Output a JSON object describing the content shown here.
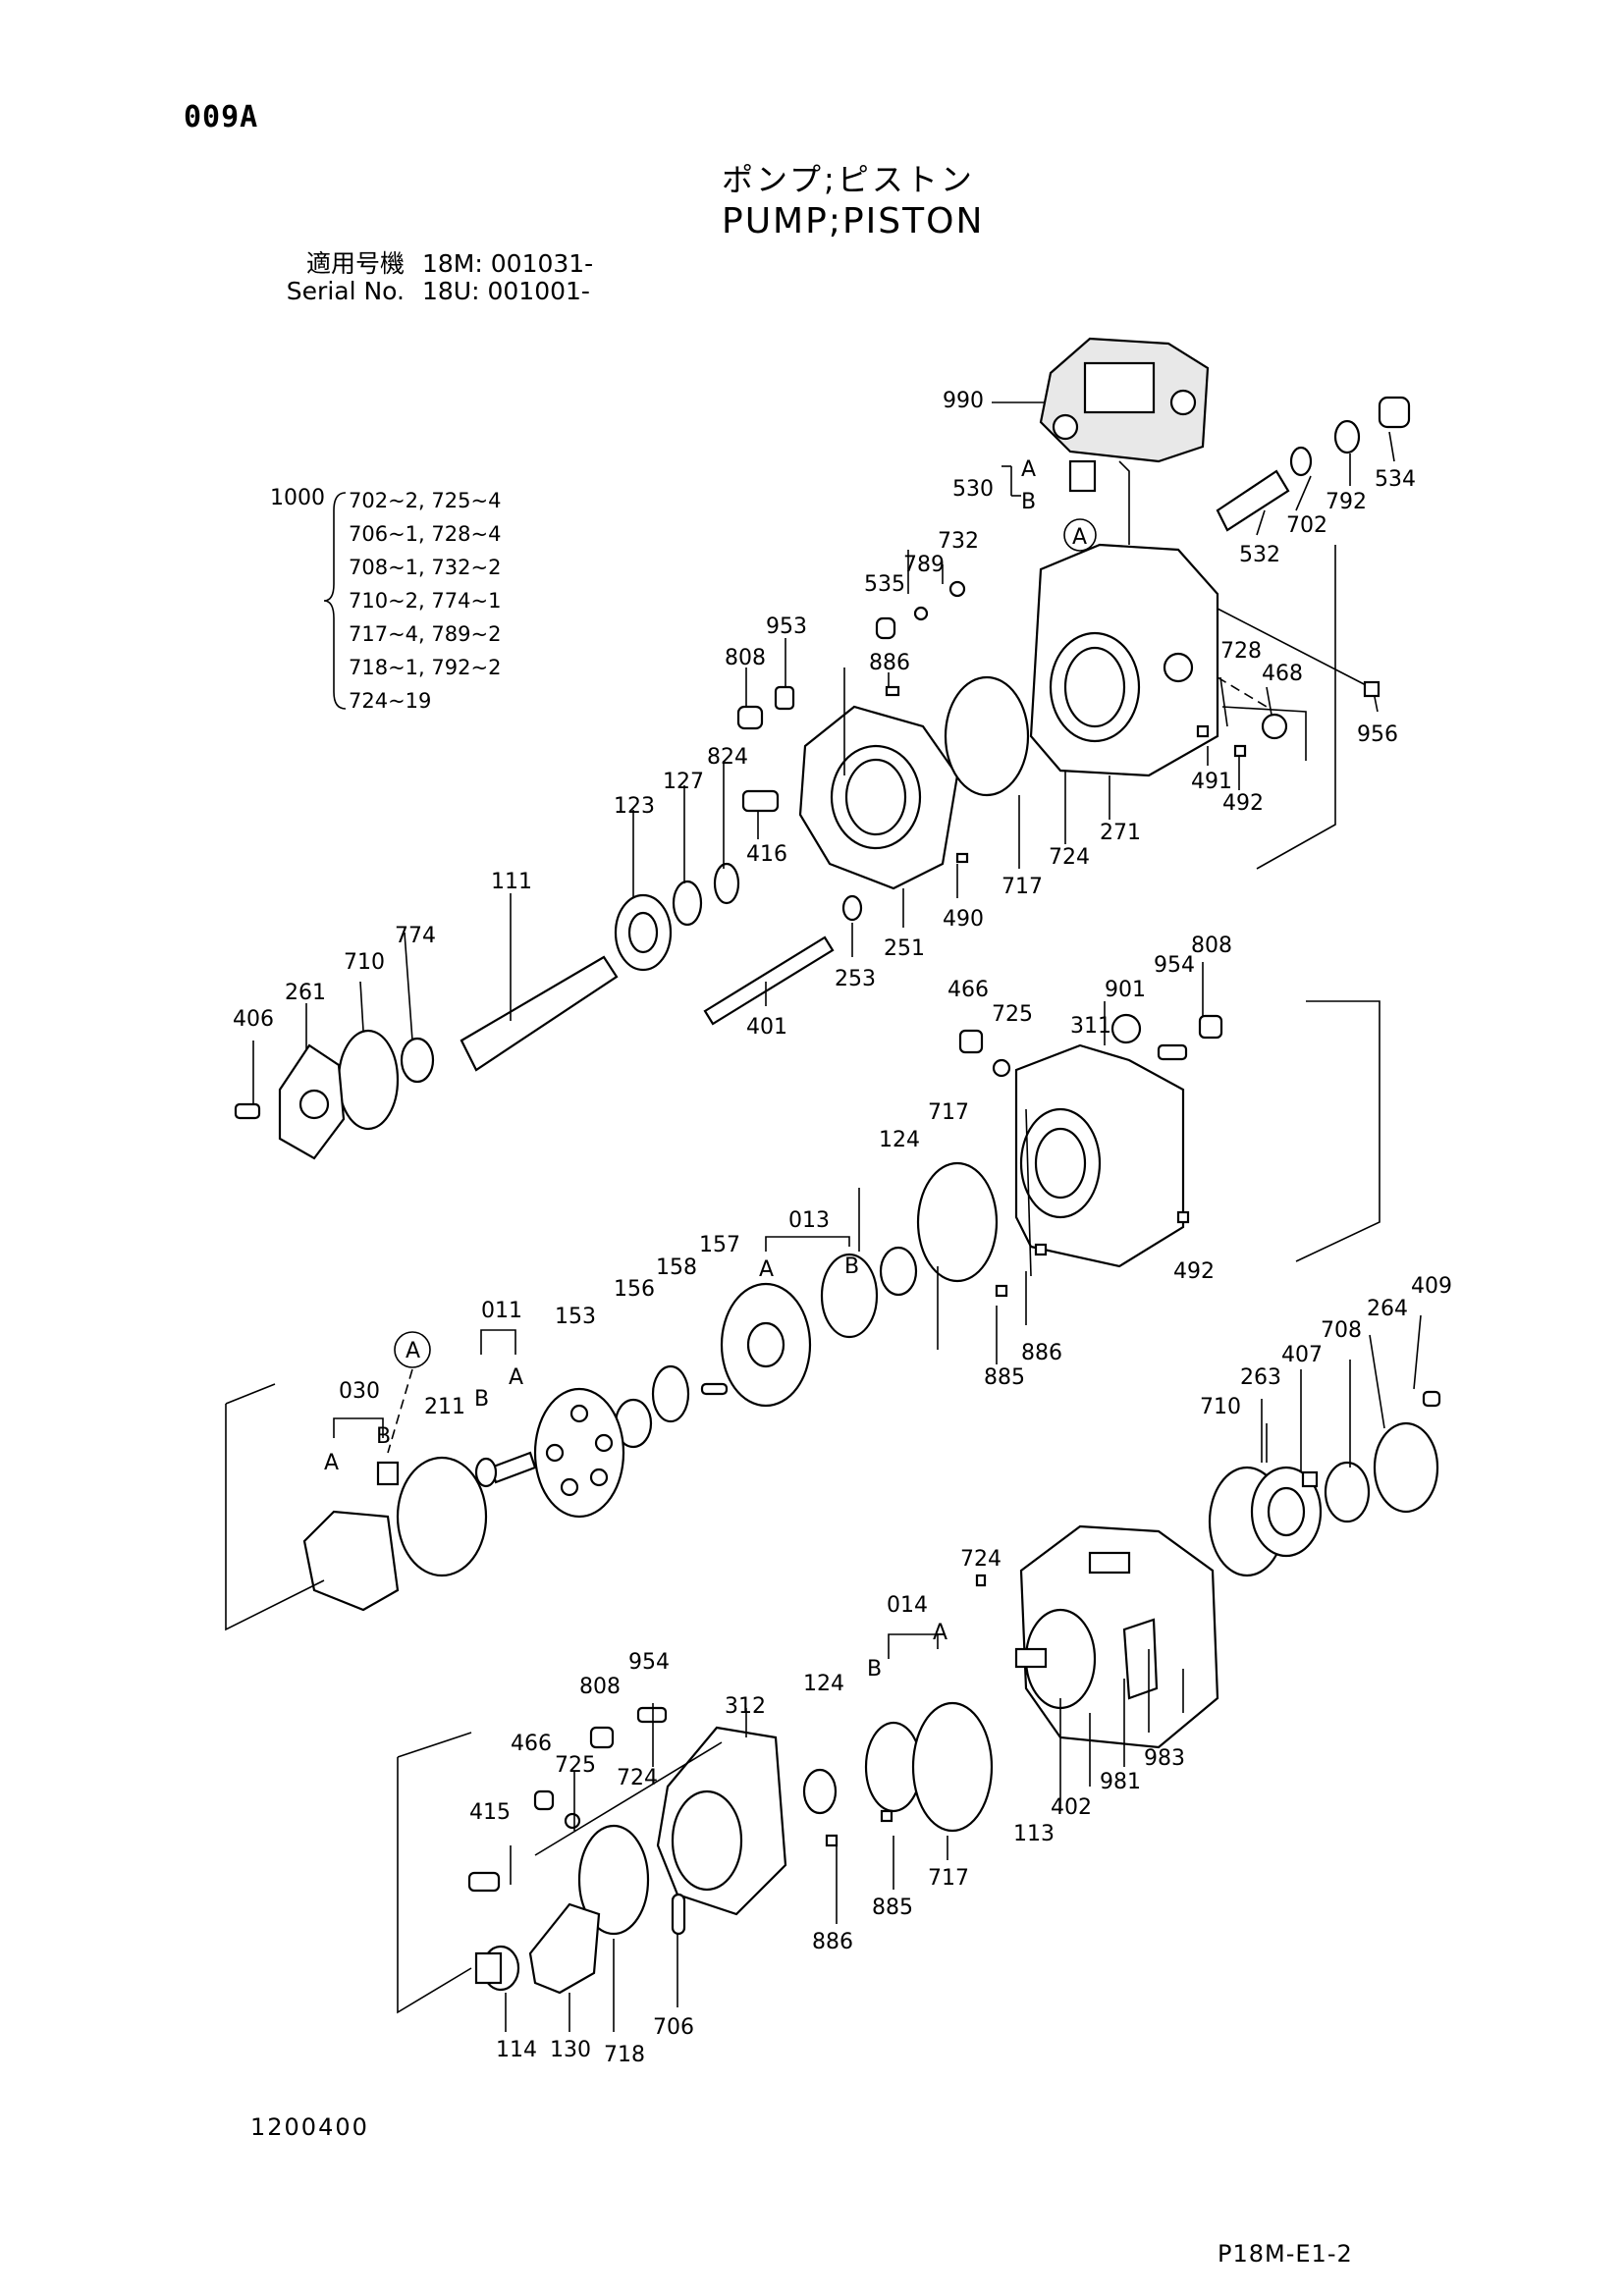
{
  "header": {
    "code": "009A",
    "title_jp": "ポンプ;ピストン",
    "title_en": "PUMP;PISTON",
    "serial": [
      {
        "label": "適用号機",
        "value": "18M: 001031-"
      },
      {
        "label": "Serial No.",
        "value": "18U: 001001-"
      }
    ]
  },
  "kit": {
    "number": "1000",
    "contents": [
      "702~2, 725~4",
      "706~1, 728~4",
      "708~1, 732~2",
      "710~2, 774~1",
      "717~4, 789~2",
      "718~1, 792~2",
      "724~19"
    ]
  },
  "callouts": {
    "c990": "990",
    "c530": "530",
    "c534": "534",
    "c792": "792",
    "c702": "702",
    "c532": "532",
    "c732": "732",
    "c789": "789",
    "c535": "535",
    "c953": "953",
    "c886": "886",
    "c808": "808",
    "c728": "728",
    "c468": "468",
    "c956": "956",
    "c491": "491",
    "c492": "492",
    "c271": "271",
    "c724": "724",
    "c717": "717",
    "c824": "824",
    "c127": "127",
    "c123": "123",
    "c416": "416",
    "c490": "490",
    "c251": "251",
    "c253": "253",
    "c401": "401",
    "c111": "111",
    "c774": "774",
    "c710": "710",
    "c261": "261",
    "c406": "406",
    "c466": "466",
    "c725": "725",
    "c311": "311",
    "c901": "901",
    "c954": "954",
    "c124": "124",
    "c013": "013",
    "c157": "157",
    "c158": "158",
    "c156": "156",
    "c153": "153",
    "c011": "011",
    "c211": "211",
    "c030": "030",
    "c885": "885",
    "c409": "409",
    "c264": "264",
    "c708": "708",
    "c407": "407",
    "c263": "263",
    "c014": "014",
    "c113": "113",
    "c402": "402",
    "c981": "981",
    "c983": "983",
    "c312": "312",
    "c415": "415",
    "c114": "114",
    "c130": "130",
    "c718": "718",
    "c706": "706",
    "A": "A",
    "B": "B"
  },
  "footer": {
    "doc_number": "1200400",
    "page_ref": "P18M-E1-2"
  }
}
